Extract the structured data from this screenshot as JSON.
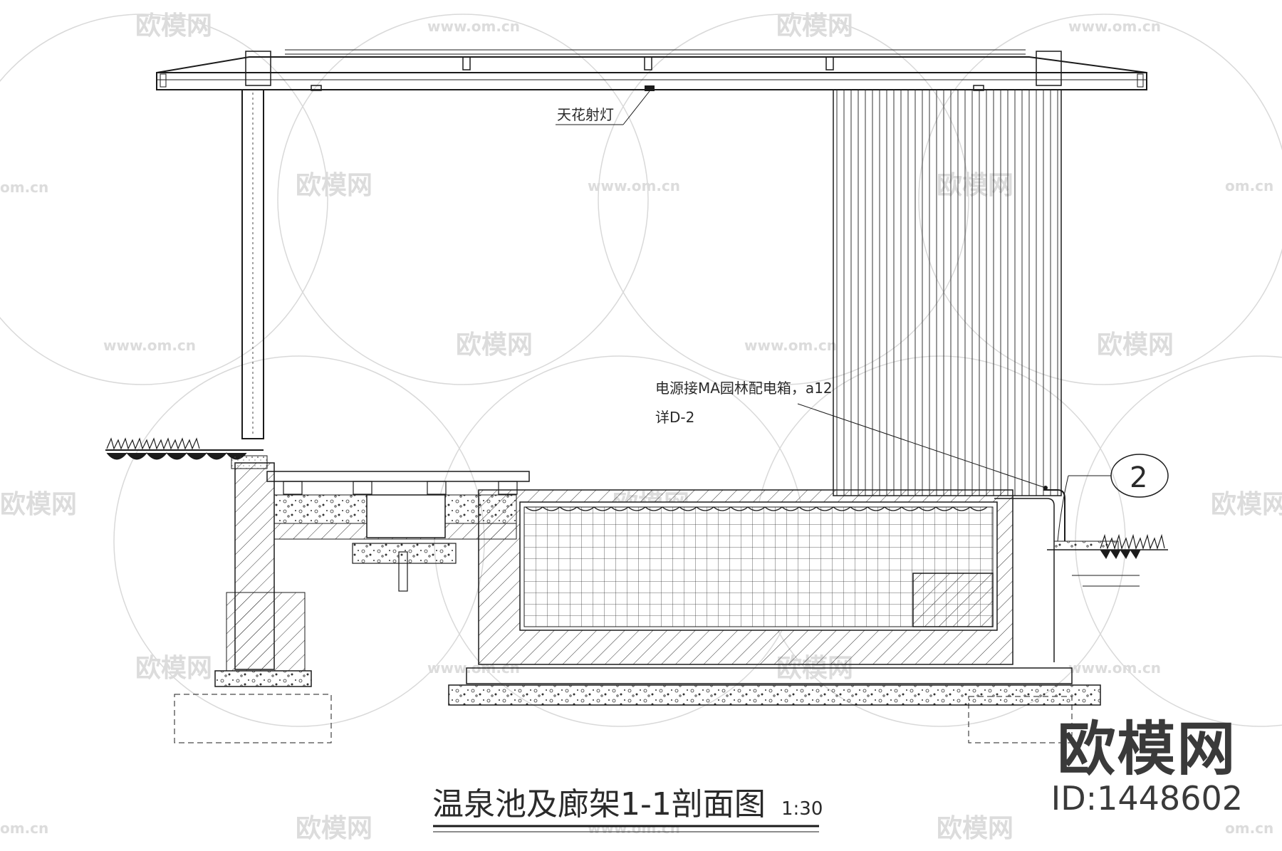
{
  "drawing": {
    "title": "温泉池及廊架1-1剖面图",
    "scale": "1:30",
    "annotations": {
      "ceiling_light": "天花射灯",
      "power_note_line1": "电源接MA园林配电箱，a12",
      "power_note_line2": "详D-2",
      "detail_marker": "2"
    }
  },
  "watermark": {
    "brand": "欧模网",
    "url": "www.om.cn",
    "url_short": "om.cn",
    "id_label": "ID:1448602"
  },
  "colors": {
    "ink": "#1b1b1b",
    "watermark": "#d9d9d9",
    "background": "#ffffff"
  }
}
